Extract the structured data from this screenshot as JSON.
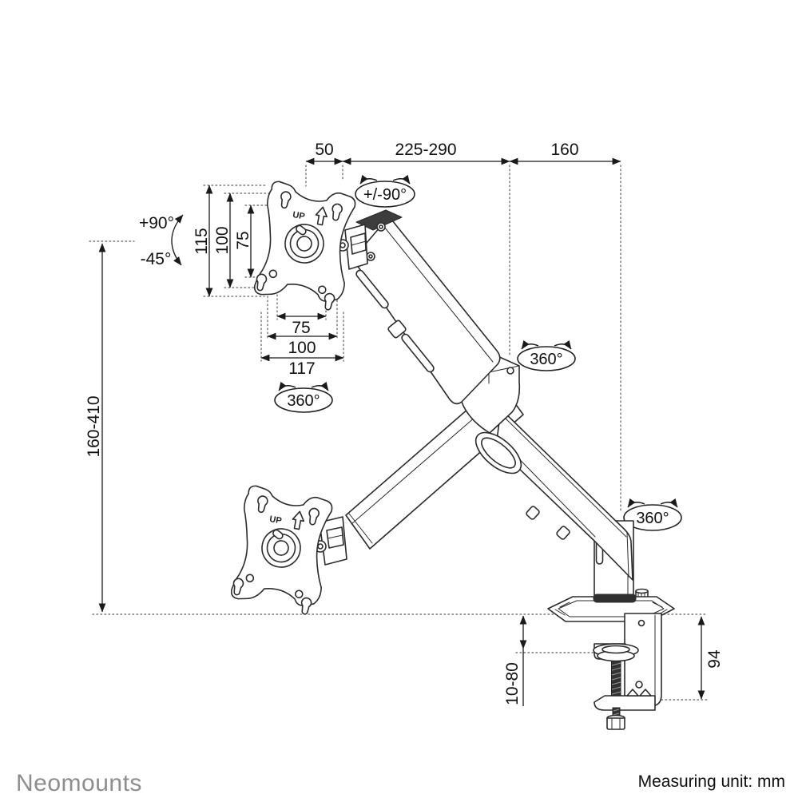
{
  "meta": {
    "type": "technical line drawing",
    "product": "gas-spring monitor arm desk mount with clamp"
  },
  "footer": {
    "brand": "Neomounts",
    "measuring_unit": "Measuring unit: mm"
  },
  "dimensions": {
    "top": {
      "head_offset": "50",
      "arm_extension": "225-290",
      "rear_arm": "160"
    },
    "vesa": {
      "vertical_outer": "115",
      "vertical_100": "100",
      "vertical_75": "75",
      "horizontal_75": "75",
      "horizontal_100": "100",
      "plate_width": "117"
    },
    "height_range": "160-410",
    "clamp": {
      "desk_thickness": "10-80",
      "below_desk": "94"
    }
  },
  "rotations": {
    "tilt_up": "+90°",
    "tilt_down": "-45°",
    "head_swivel": "+/-90°",
    "head_rotation": "360°",
    "elbow_rotation": "360°",
    "base_rotation": "360°"
  },
  "plate_labels": {
    "up_top": "UP",
    "up_bottom": "UP"
  },
  "colors": {
    "line": "#2b2b2b",
    "dimension": "#1a1a1a",
    "dotted": "#5a5a5a",
    "brand_gray": "#8d8d8d",
    "background": "#ffffff"
  }
}
